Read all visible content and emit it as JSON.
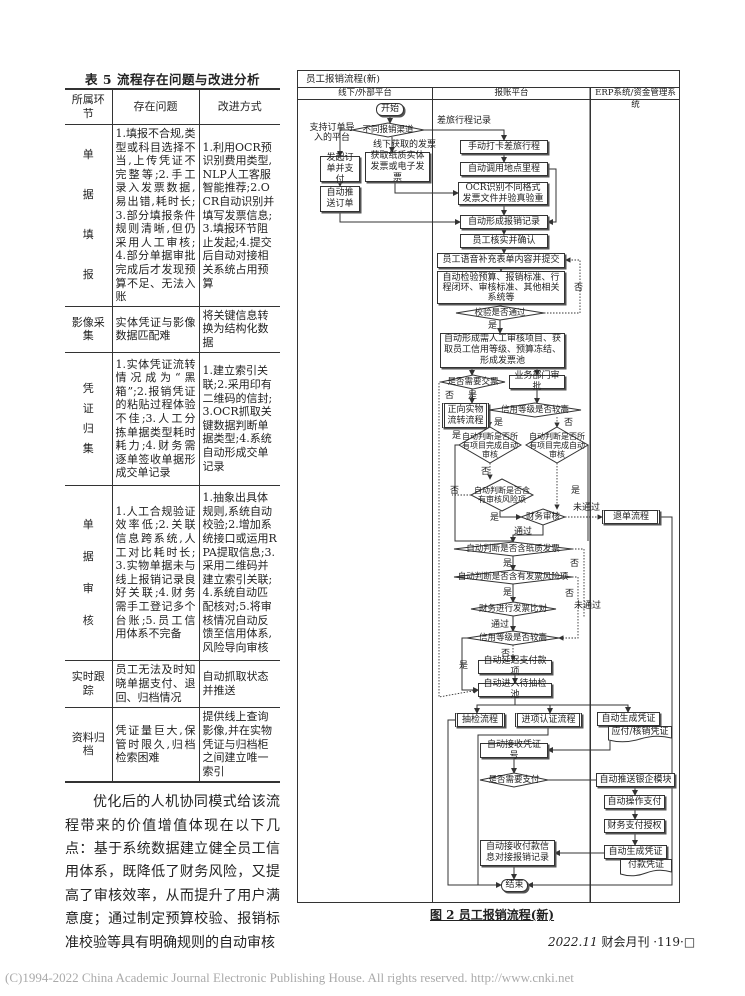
{
  "table": {
    "title": "表 5    流程存在问题与改进分析",
    "headers": [
      "所属环节",
      "存在问题",
      "改进方式"
    ],
    "rows": [
      {
        "stage": "单据填报",
        "problem": "1.填报不合规,类型或科目选择不当,上传凭证不完整等;2.手工录入发票数据,易出错,耗时长;3.部分填报条件规则清晰,但仍采用人工审核;4.部分单据审批完成后才发现预算不足、无法入账",
        "improvement": "1.利用OCR预识别费用类型,NLP人工客服智能推荐;2.OCR自动识别并填写发票信息;3.填报环节阻止发起;4.提交后自动对接相关系统占用预算"
      },
      {
        "stage": "影像采集",
        "problem": "实体凭证与影像数据匹配难",
        "improvement": "将关键信息转换为结构化数据"
      },
      {
        "stage": "凭证归集",
        "problem": "1.实体凭证流转情况成为“黑箱”;2.报销凭证的粘贴过程体验不佳;3.人工分拣单据类型耗时耗力;4.财务需逐单签收单据形成交单记录",
        "improvement": "1.建立索引关联;2.采用印有二维码的信封;3.OCR抓取关键数据判断单据类型;4.系统自动形成交单记录"
      },
      {
        "stage": "单据审核",
        "problem": "1.人工合规验证效率低;2.关联信息跨系统,人工对比耗时长;3.实物单据未与线上报销记录良好关联;4.财务需手工登记多个台账;5.员工信用体系不完备",
        "improvement": "1.抽象出具体规则,系统自动校验;2.增加系统接口或运用RPA提取信息;3.采用二维码并建立索引关联;4.系统自动匹配核对;5.将审核情况自动反馈至信用体系,风险导向审核"
      },
      {
        "stage": "实时跟踪",
        "problem": "员工无法及时知晓单据支付、退回、归档情况",
        "improvement": "自动抓取状态并推送"
      },
      {
        "stage": "资料归档",
        "problem": "凭证量巨大,保管时限久,归档检索困难",
        "improvement": "提供线上查询影像,并在实物凭证与归档柜之间建立唯一索引"
      }
    ]
  },
  "paragraph": "优化后的人机协同模式给该流程带来的价值增值体现在以下几点：基于系统数据建立健全员工信用体系，既降低了财务风险，又提高了审核效率，从而提升了用户满意度；通过制定预算校验、报销标准校验等具有明确规则的自动审核",
  "flowchart": {
    "title": "员工报销流程(新)",
    "lanes": [
      "线下/外部平台",
      "报账平台",
      "ERP系统/资金管理系统"
    ],
    "nodes": {
      "start": "开始",
      "channel": "不同报销渠道",
      "order_pay": "发起订单并支付",
      "get_invoice": "获取纸质实体发票或电子发票",
      "push_order": "自动推送订单",
      "manual_trip": "手动打卡差旅行程",
      "auto_mileage": "自动调用地点里程",
      "ocr": "OCR识别不同格式发票文件并验真验重",
      "auto_record": "自动形成报销记录",
      "confirm": "员工核实并确认",
      "voice": "员工语音补充表单内容并提交",
      "auto_check": "自动检验预算、报销标准、行程闭环、审核标准、其他相关系统等",
      "check_pass": "校验是否通过",
      "manual_items": "自动形成需人工审核项目、获取员工信用等级、预算冻结、形成发票池",
      "need_ticket": "是否需要交票",
      "dept_approve": "业务部门审批",
      "forward_flow": "正向实物流转流程",
      "credit_high1": "信用等级是否较高",
      "all_auto_l": "自动判断是否所有项目完成自动审核",
      "all_auto_r": "自动判断是否所有项目完成自动审核",
      "audit_risk": "自动判断是否含有审核风险项",
      "fin_audit": "财务审核",
      "return_flow": "退单流程",
      "paper_inv": "自动判断是否含纸质发票",
      "inv_risk": "自动判断是否含有发票风险项",
      "inv_compare": "财务进行发票比对",
      "credit_high2": "信用等级是否较高",
      "delay_pay": "自动延迟支付款项",
      "sample_pool": "自动进入待抽检池",
      "sample_flow": "抽检流程",
      "input_cert": "进项认证流程",
      "gen_voucher1": "自动生成凭证",
      "doc_payable": "应付/核销凭证",
      "recv_voucher": "自动接收凭证号",
      "need_pay": "是否需要支付",
      "bank_push": "自动推送银企模块",
      "auto_pay": "自动操作支付",
      "pay_auth": "财务支付授权",
      "recv_pay": "自动接收付款信息对接报销记录",
      "gen_voucher2": "自动生成凭证",
      "doc_payment": "付款凭证",
      "end": "结束"
    },
    "labels": {
      "order_platform": "支持订单导入的平台",
      "offline_invoice": "线下获取的发票",
      "trip_record": "差旅行程记录",
      "yes": "是",
      "no": "否",
      "pass": "通过",
      "fail": "未通过"
    }
  },
  "caption": "图 2  员工报销流程(新)",
  "footer": {
    "issue": "2022.11",
    "journal": "财会月刊",
    "page": "·119·□"
  },
  "watermark": "(C)1994-2022 China Academic Journal Electronic Publishing House. All rights reserved.    http://www.cnki.net"
}
